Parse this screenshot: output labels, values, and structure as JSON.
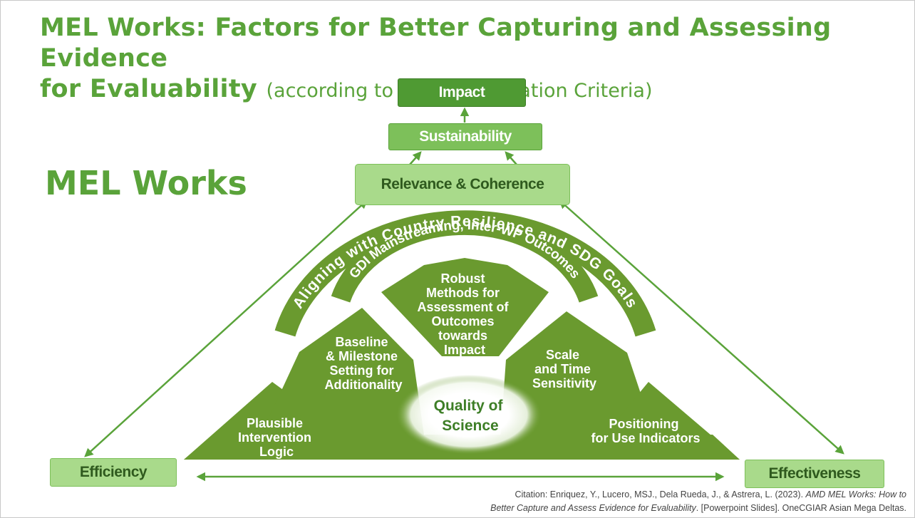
{
  "title": {
    "main_line1": "MEL Works: Factors for Better Capturing and Assessing Evidence",
    "main_line2": "for Evaluability",
    "subtitle": "(according to CGIAR Evaluation Criteria)"
  },
  "side_label": "MEL Works",
  "boxes": {
    "impact": "Impact",
    "sustainability": "Sustainability",
    "relevance": "Relevance & Coherence",
    "efficiency": "Efficiency",
    "effectiveness": "Effectiveness"
  },
  "arcs": {
    "outer": "Aligning with Country Resilience and SDG Goals",
    "inner": "GDI Mainstreaming, Inter-WP Outcomes"
  },
  "segments": {
    "robust": [
      "Robust",
      "Methods for",
      "Assessment of",
      "Outcomes",
      "towards",
      "Impact"
    ],
    "baseline": [
      "Baseline",
      "& Milestone",
      "Setting for",
      "Additionality"
    ],
    "scale": [
      "Scale",
      "and Time",
      "Sensitivity"
    ],
    "plausible": [
      "Plausible",
      "Intervention",
      "Logic"
    ],
    "positioning": [
      "Positioning",
      "for Use Indicators"
    ]
  },
  "center": [
    "Quality of",
    "Science"
  ],
  "citation": {
    "line1_plain": "Citation: Enriquez, Y., Lucero, MSJ.,  Dela  Rueda, J., & Astrera, L. (2023). ",
    "line1_italic": "AMD MEL Works: How to",
    "line2_italic": "Better Capture and Assess Evidence for Evaluability",
    "line2_plain": ". [Powerpoint Slides]. OneCGIAR Asian Mega Deltas."
  },
  "colors": {
    "title_green": "#5aa33a",
    "dark_green": "#4f9a33",
    "segment_green": "#6a9a2f",
    "light_box": "#a9da8b"
  }
}
